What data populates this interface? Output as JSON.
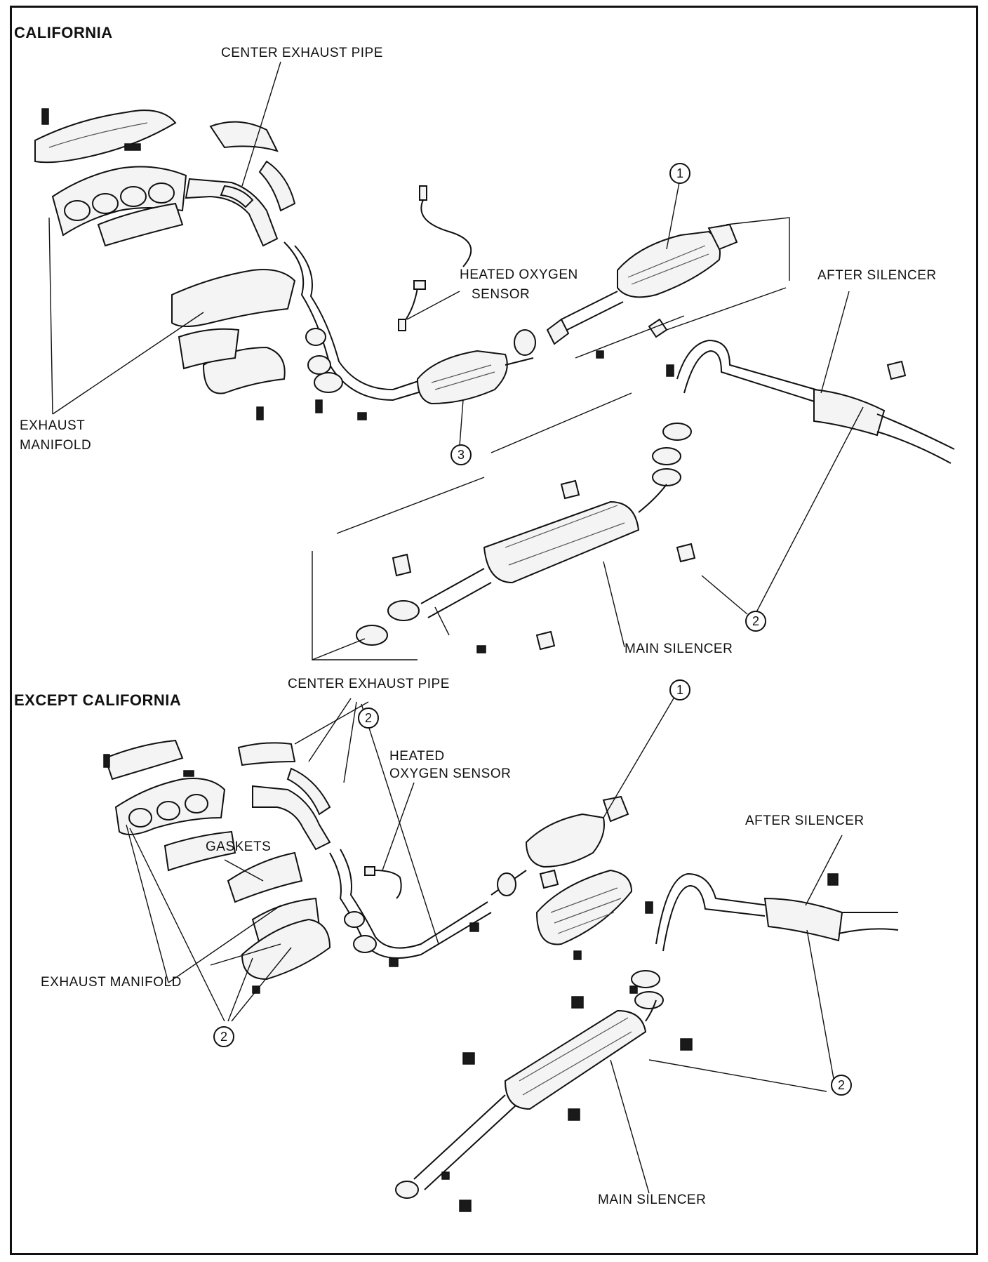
{
  "sections": {
    "top_title": "CALIFORNIA",
    "bottom_title": "EXCEPT CALIFORNIA"
  },
  "labels": {
    "ca_center_exhaust_pipe": "CENTER EXHAUST PIPE",
    "ca_heated_oxygen_sensor_1": "HEATED OXYGEN",
    "ca_heated_oxygen_sensor_2": "SENSOR",
    "ca_after_silencer": "AFTER SILENCER",
    "ca_exhaust_manifold_1": "EXHAUST",
    "ca_exhaust_manifold_2": "MANIFOLD",
    "ca_main_silencer": "MAIN SILENCER",
    "ex_center_exhaust_pipe": "CENTER EXHAUST PIPE",
    "ex_heated_oxygen_sensor_1": "HEATED",
    "ex_heated_oxygen_sensor_2": "OXYGEN SENSOR",
    "ex_gaskets": "GASKETS",
    "ex_after_silencer": "AFTER SILENCER",
    "ex_exhaust_manifold": "EXHAUST MANIFOLD",
    "ex_main_silencer": "MAIN SILENCER"
  },
  "callouts": {
    "ca_1": "1",
    "ca_2": "2",
    "ca_3": "3",
    "ex_1": "1",
    "ex_2_top": "2",
    "ex_2_bottom": "2",
    "ex_2_right": "2"
  }
}
